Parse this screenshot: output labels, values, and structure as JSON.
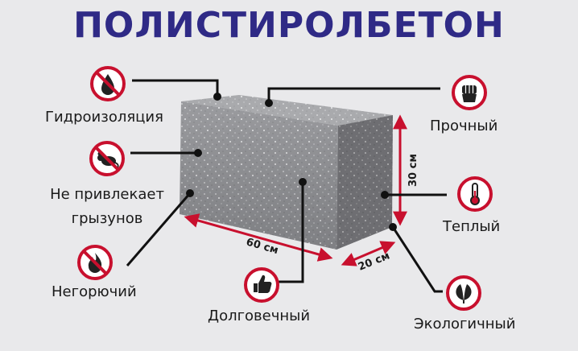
{
  "title": "ПОЛИСТИРОЛБЕТОН",
  "colors": {
    "title": "#2f2a86",
    "icon_ring": "#c8102e",
    "dimension_arrow": "#c8102e",
    "leader_line": "#111111",
    "background": "#e9e9eb"
  },
  "dimensions": {
    "length": "60 см",
    "width": "20 см",
    "height": "30 см"
  },
  "properties": [
    {
      "id": "waterproofing",
      "label": "Гидроизоляция",
      "icon": "no-water-drop-icon"
    },
    {
      "id": "rodents",
      "label_line1": "Не привлекает",
      "label_line2": "грызунов",
      "icon": "no-rodent-icon"
    },
    {
      "id": "nonflammable",
      "label": "Негорючий",
      "icon": "no-fire-icon"
    },
    {
      "id": "durable",
      "label": "Долговечный",
      "icon": "thumbs-up-icon"
    },
    {
      "id": "strong",
      "label": "Прочный",
      "icon": "fist-icon"
    },
    {
      "id": "warm",
      "label": "Теплый",
      "icon": "thermometer-icon"
    },
    {
      "id": "eco",
      "label": "Экологичный",
      "icon": "leaves-icon"
    }
  ]
}
